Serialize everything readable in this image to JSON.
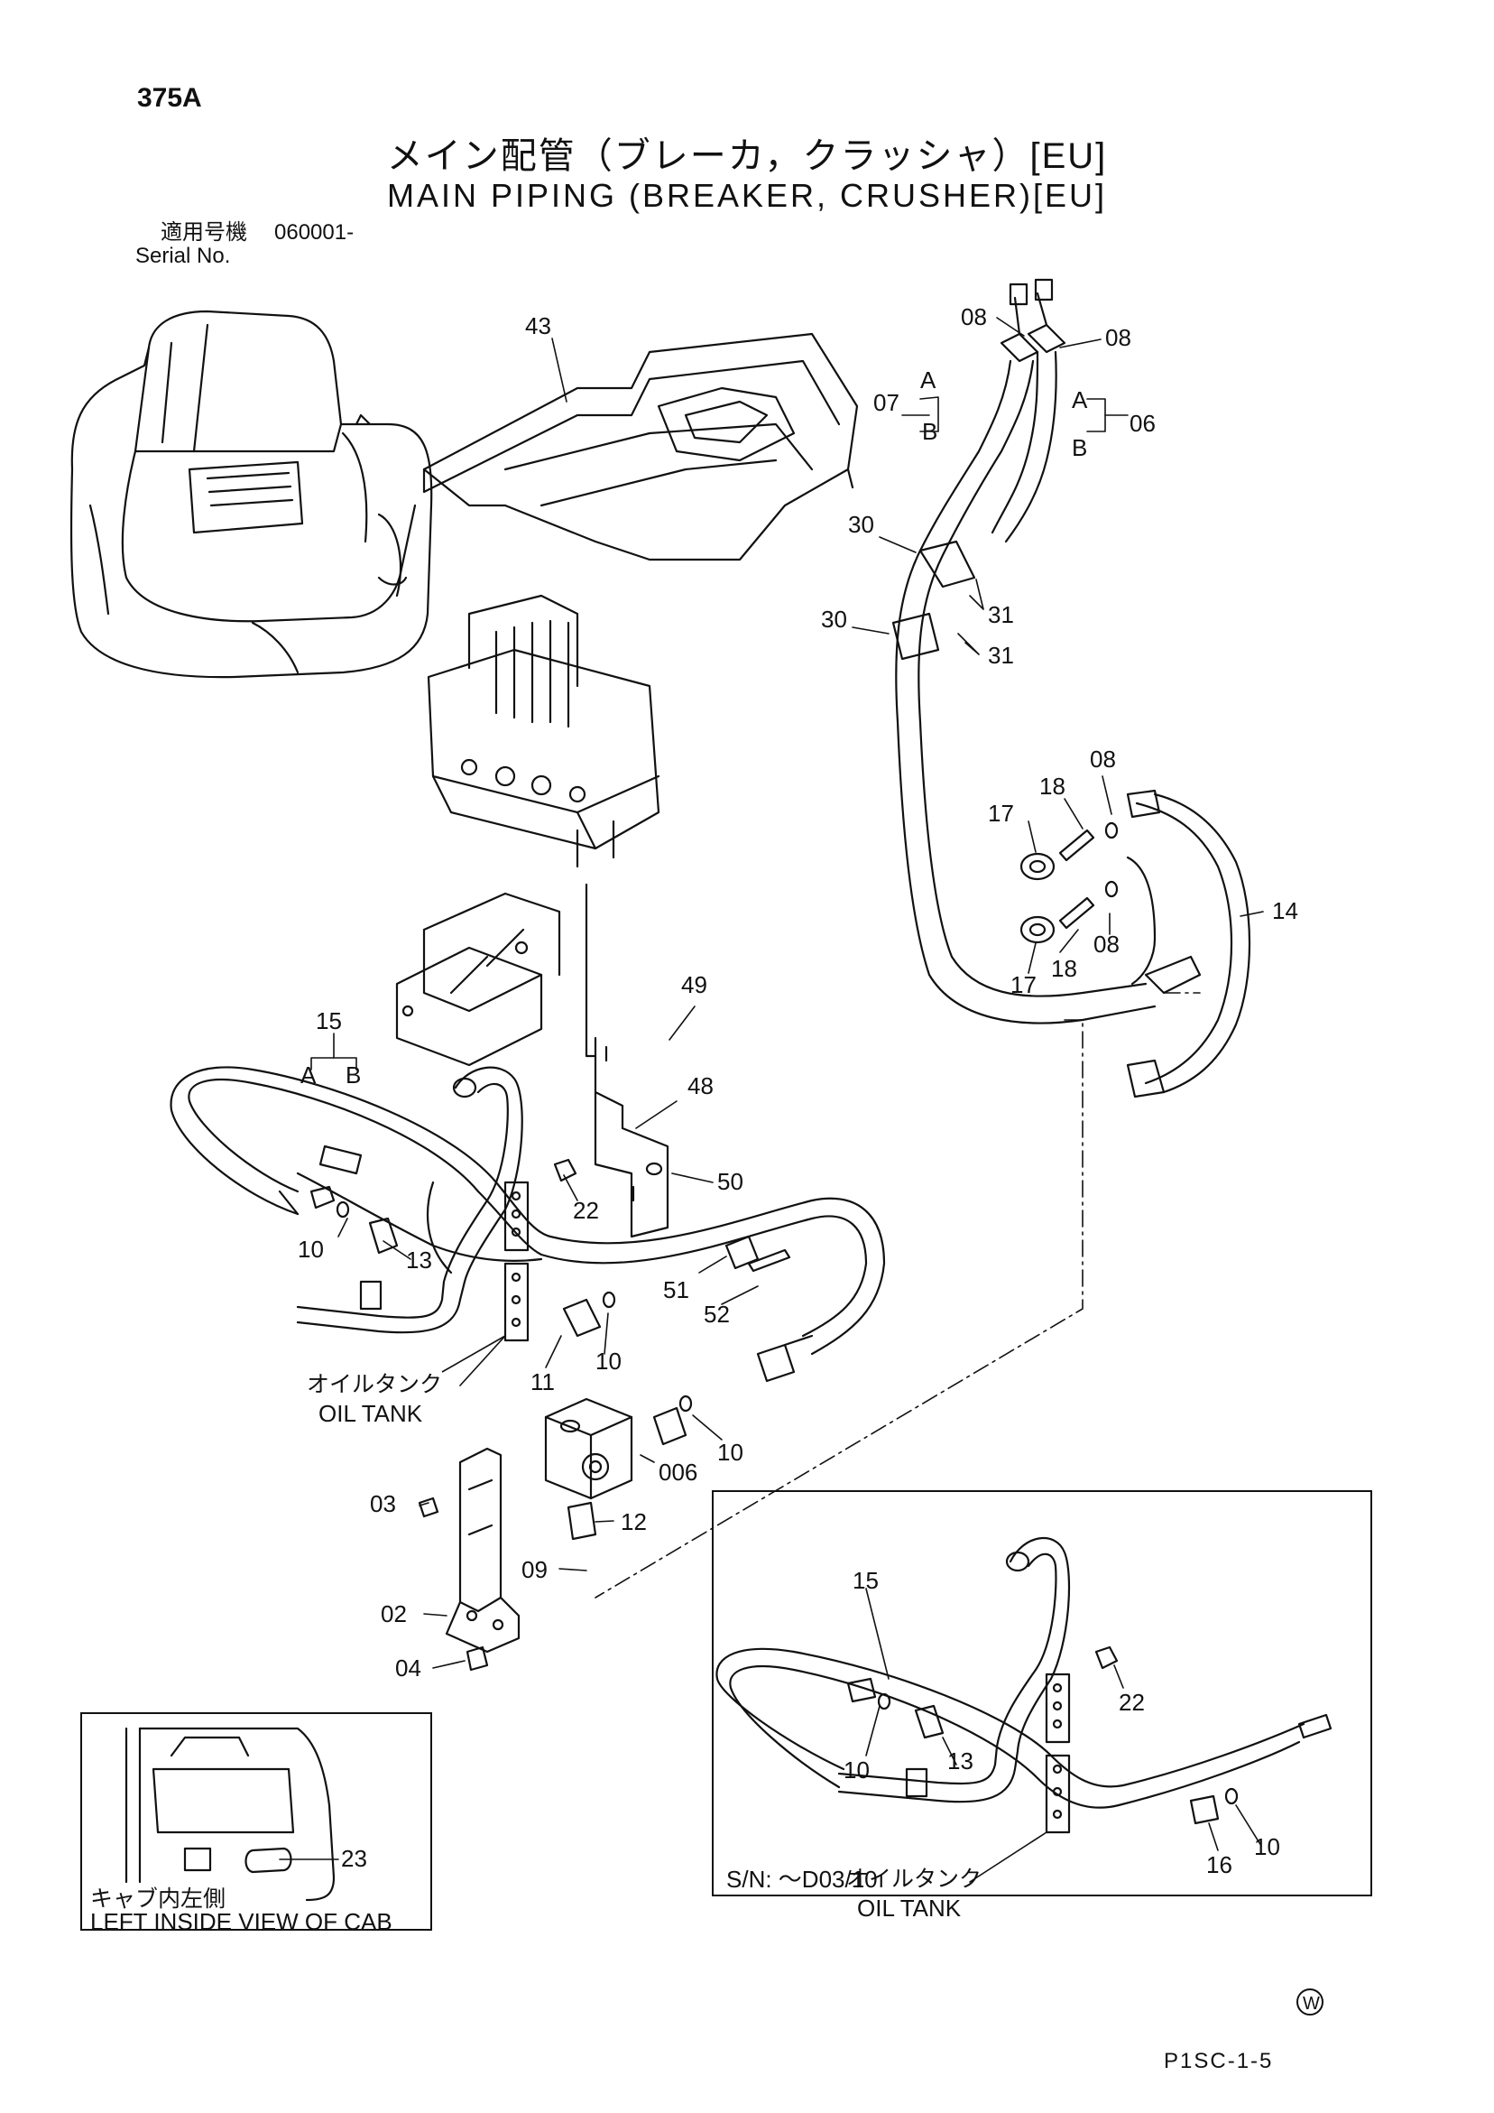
{
  "header": {
    "page_number": "375A",
    "title_jp": "メイン配管（ブレーカ，クラッシャ）[EU]",
    "title_en": "MAIN PIPING (BREAKER, CRUSHER)[EU]",
    "serial_label_jp": "適用号機",
    "serial_label_en": "Serial No.",
    "serial_value": "060001-"
  },
  "parts": {
    "p43": "43",
    "p08a": "08",
    "p08b": "08",
    "p07": "07",
    "p06": "06",
    "pA1": "A",
    "pB1": "B",
    "pA2": "A",
    "pB2": "B",
    "p30a": "30",
    "p31a": "31",
    "p30b": "30",
    "p31b": "31",
    "p08c": "08",
    "p18a": "18",
    "p17a": "17",
    "p14": "14",
    "p08d": "08",
    "p17b": "17",
    "p18b": "18",
    "p49": "49",
    "p15": "15",
    "pA3": "A",
    "pB3": "B",
    "p48": "48",
    "p22": "22",
    "p50": "50",
    "p10a": "10",
    "p13": "13",
    "p51": "51",
    "p52": "52",
    "p11": "11",
    "p10b": "10",
    "p10c": "10",
    "p006": "006",
    "p03": "03",
    "p12": "12",
    "p09": "09",
    "p02": "02",
    "p04": "04"
  },
  "labels": {
    "oil_tank_jp": "オイルタンク",
    "oil_tank_en": "OIL TANK"
  },
  "inset_cab": {
    "part": "23",
    "caption_jp": "キャブ内左側",
    "caption_en": "LEFT INSIDE VIEW OF CAB"
  },
  "inset_old": {
    "p15": "15",
    "p22": "22",
    "p10a": "10",
    "p13": "13",
    "p16": "16",
    "p10b": "10",
    "oil_tank_jp": "オイルタンク",
    "oil_tank_en": "OIL TANK",
    "serial_range": "S/N:  ～D03/10"
  },
  "footer": {
    "mark": "W",
    "code": "P1SC-1-5"
  }
}
